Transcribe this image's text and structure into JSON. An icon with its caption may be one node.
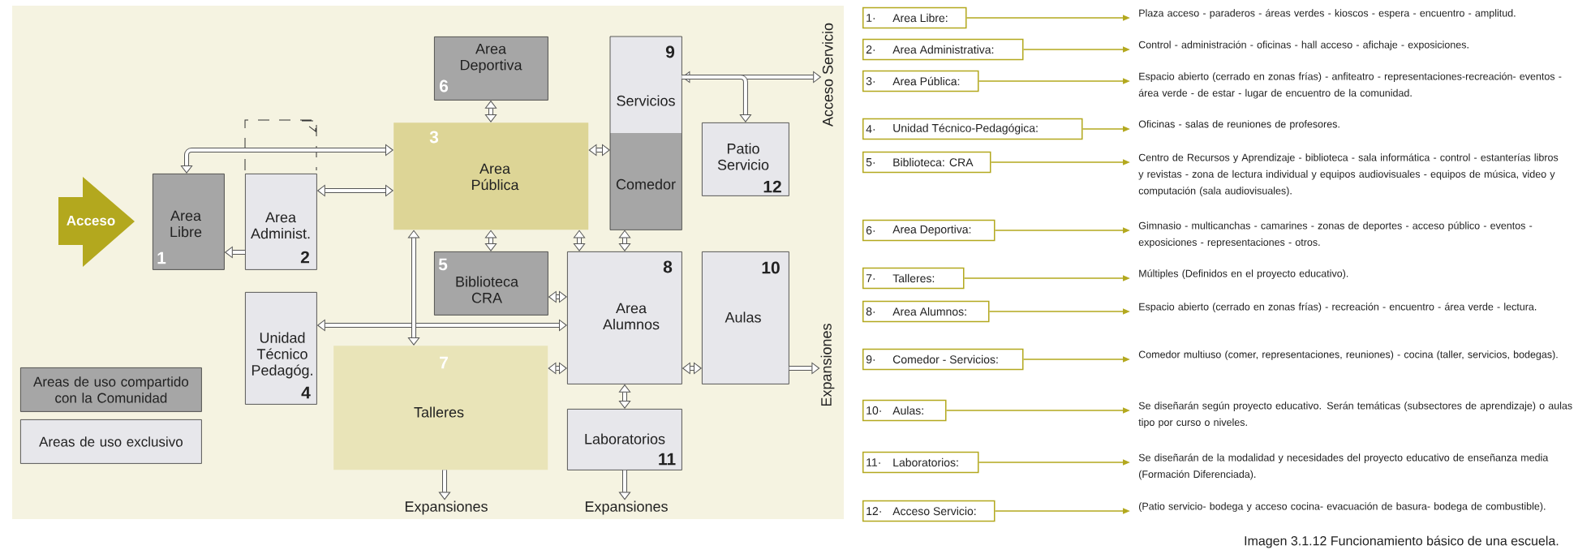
{
  "diagram": {
    "caption": "Imagen 3.1.12 Funcionamiento básico de una escuela.",
    "nodes": [
      {
        "text": [
          "Acceso"
        ]
      },
      {
        "text": [
          "Area Libre",
          "1"
        ]
      },
      {
        "text": [
          "Area Administ.",
          "2"
        ]
      },
      {
        "text": [
          "3",
          "Area Pública"
        ]
      },
      {
        "text": [
          "Unidad Técnico Pedagóg.",
          "4"
        ]
      },
      {
        "text": [
          "5",
          "Biblioteca CRA"
        ]
      },
      {
        "text": [
          "Area Deportiva",
          "6"
        ]
      },
      {
        "text": [
          "7",
          "Talleres"
        ]
      },
      {
        "text": [
          "8",
          "Area Alumnos"
        ]
      },
      {
        "text": [
          "9",
          "Servicios",
          "Comedor"
        ]
      },
      {
        "text": [
          "10",
          "Aulas"
        ]
      },
      {
        "text": [
          "Laboratorios",
          "11"
        ]
      },
      {
        "text": [
          "Patio Servicio",
          "12"
        ]
      },
      {
        "text": [
          "Expansiones"
        ]
      },
      {
        "text": [
          "Expansiones"
        ]
      },
      {
        "text": [
          "Expansiones"
        ]
      },
      {
        "text": [
          "Acceso Servicio"
        ]
      },
      {
        "text": [
          "1·",
          "Area Libre:"
        ]
      },
      {
        "text": [
          "Plaza acceso - paraderos - áreas verdes - kioscos - espera - encuentro - amplitud."
        ]
      },
      {
        "text": [
          "2·",
          "Area Administrativa:"
        ]
      },
      {
        "text": [
          "Control - administración - oficinas - hall acceso - afichaje - exposiciones."
        ]
      },
      {
        "text": [
          "3·",
          "Area Pública:"
        ]
      },
      {
        "text": [
          "Espacio abierto (cerrado en zonas frías) - anfiteatro - representaciones-recreación- eventos - área verde - de estar - lugar de encuentro de la comunidad."
        ]
      },
      {
        "text": [
          "4·",
          "Unidad Técnico-Pedagógica:"
        ]
      },
      {
        "text": [
          "Oficinas - salas de reuniones de profesores."
        ]
      },
      {
        "text": [
          "5·",
          "Biblioteca: CRA"
        ]
      },
      {
        "text": [
          "Centro de Recursos y Aprendizaje - biblioteca - sala informática - control - estanterías libros y revistas - zona de lectura individual y equipos audiovisuales - equipos de música, video y computación (sala audiovisuales)."
        ]
      },
      {
        "text": [
          "6·",
          "Area Deportiva:"
        ]
      },
      {
        "text": [
          "Gimnasio - multicanchas - camarines - zonas de deportes - acceso público - eventos - exposiciones - representaciones - otros."
        ]
      },
      {
        "text": [
          "7·",
          "Talleres:"
        ]
      },
      {
        "text": [
          "Múltiples (Definidos en el proyecto educativo)."
        ]
      },
      {
        "text": [
          "8·",
          "Area Alumnos:"
        ]
      },
      {
        "text": [
          "Espacio abierto (cerrado en zonas frías) - recreación - encuentro - área verde - lectura."
        ]
      },
      {
        "text": [
          "9·",
          "Comedor - Servicios:"
        ]
      },
      {
        "text": [
          "Comedor multiuso (comer, representaciones, reuniones) - cocina (taller, servicios, bodegas)."
        ]
      },
      {
        "text": [
          "10·",
          "Aulas:"
        ]
      },
      {
        "text": [
          "Se diseñarán según proyecto educativo. Serán temáticas (subsectores de aprendizaje) o aulas tipo por curso o niveles."
        ]
      },
      {
        "text": [
          "11·",
          "Laboratorios:"
        ]
      },
      {
        "text": [
          "Se diseñarán de la modalidad y necesidades del proyecto educativo de enseñanza media (Formación Diferenciada)."
        ]
      },
      {
        "text": [
          "12·",
          "Acceso Servicio:"
        ]
      },
      {
        "text": [
          "(Patio servicio- bodega y acceso cocina- evacuación de basura- bodega de combustible)."
        ]
      }
    ],
    "edges": [
      {
        "from": 1,
        "to": 3,
        "arrow": "both"
      },
      {
        "from": 2,
        "to": 3,
        "arrow": "both"
      },
      {
        "from": 2,
        "to": 1,
        "arrow": "to"
      },
      {
        "from": 4,
        "to": 8,
        "arrow": "both"
      },
      {
        "from": 3,
        "to": 7,
        "arrow": "both"
      },
      {
        "from": 6,
        "to": 3,
        "arrow": "both"
      },
      {
        "from": 3,
        "to": 5,
        "arrow": "both"
      },
      {
        "from": 3,
        "to": 9,
        "arrow": "both"
      },
      {
        "from": 3,
        "to": 8,
        "arrow": "both"
      },
      {
        "from": 9,
        "to": 8,
        "arrow": "both"
      },
      {
        "from": 5,
        "to": 8,
        "arrow": "both"
      },
      {
        "from": 7,
        "to": 8,
        "arrow": "both"
      },
      {
        "from": 8,
        "to": 10,
        "arrow": "both"
      },
      {
        "from": 8,
        "to": 11,
        "arrow": "both"
      },
      {
        "from": 10,
        "to": 15,
        "arrow": "to"
      },
      {
        "from": 7,
        "to": 13,
        "arrow": "to"
      },
      {
        "from": 11,
        "to": 14,
        "arrow": "to"
      },
      {
        "from": 9,
        "to": 16,
        "arrow": "both"
      },
      {
        "from": 9,
        "to": 12,
        "arrow": "to"
      },
      {
        "from": 17,
        "to": 18,
        "arrow": "to",
        "color": "#b3a81e"
      },
      {
        "from": 19,
        "to": 20,
        "arrow": "to",
        "color": "#b3a81e"
      },
      {
        "from": 21,
        "to": 22,
        "arrow": "to",
        "color": "#b3a81e"
      },
      {
        "from": 23,
        "to": 24,
        "arrow": "to",
        "color": "#b3a81e"
      },
      {
        "from": 25,
        "to": 26,
        "arrow": "to",
        "color": "#b3a81e"
      },
      {
        "from": 27,
        "to": 28,
        "arrow": "to",
        "color": "#b3a81e"
      },
      {
        "from": 29,
        "to": 30,
        "arrow": "to",
        "color": "#b3a81e"
      },
      {
        "from": 31,
        "to": 32,
        "arrow": "to",
        "color": "#b3a81e"
      },
      {
        "from": 33,
        "to": 34,
        "arrow": "to",
        "color": "#b3a81e"
      },
      {
        "from": 35,
        "to": 36,
        "arrow": "to",
        "color": "#b3a81e"
      },
      {
        "from": 37,
        "to": 38,
        "arrow": "to",
        "color": "#b3a81e"
      },
      {
        "from": 39,
        "to": 40,
        "arrow": "to",
        "color": "#b3a81e"
      }
    ],
    "legend": [
      {
        "text": "Areas de uso compartido con la Comunidad",
        "color": "#a6a6a6"
      },
      {
        "text": "Areas de uso exclusivo",
        "color": "#e7e7eb"
      }
    ]
  }
}
